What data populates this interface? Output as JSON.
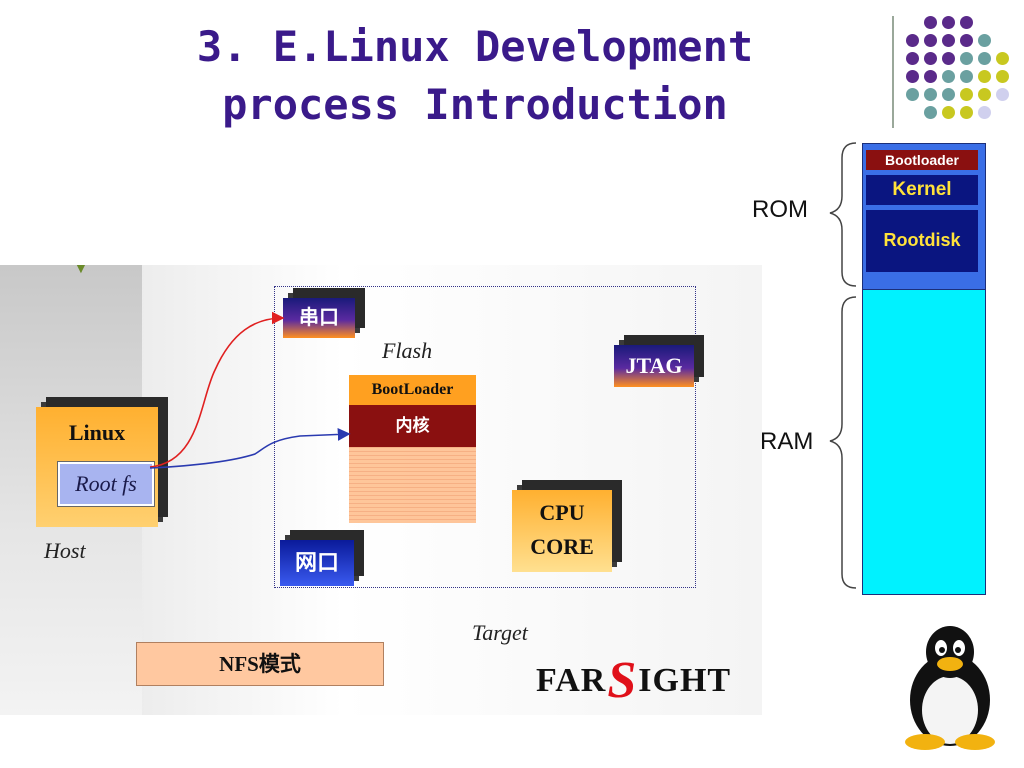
{
  "title": {
    "line1": "3. E.Linux Development",
    "line2": "process Introduction"
  },
  "memory_map": {
    "rom_label": "ROM",
    "ram_label": "RAM",
    "bootloader": "Bootloader",
    "kernel": "Kernel",
    "rootdisk": "Rootdisk"
  },
  "host": {
    "os": "Linux",
    "rootfs": "Root fs",
    "label": "Host"
  },
  "target": {
    "label": "Target",
    "serial_port": "串口",
    "jtag": "JTAG",
    "network_port": "网口",
    "cpu_line1": "CPU",
    "cpu_line2": "CORE",
    "flash_label": "Flash",
    "flash_bootloader": "BootLoader",
    "flash_kernel": "内核"
  },
  "nfs_mode": "NFS模式",
  "logo": {
    "left": "FAR",
    "s": "S",
    "right": "IGHT"
  },
  "colors": {
    "title": "#3a1a8a",
    "dots_purple": "#5a2a8a",
    "dots_teal": "#6aa0a0",
    "dots_yellow": "#c8c820",
    "dots_lavender": "#d0d0ee",
    "rom_bg": "#3a6ee6",
    "ram_bg": "#00f2ff",
    "serial_wire": "#e02020",
    "nfs_wire": "#2a3ab0"
  }
}
